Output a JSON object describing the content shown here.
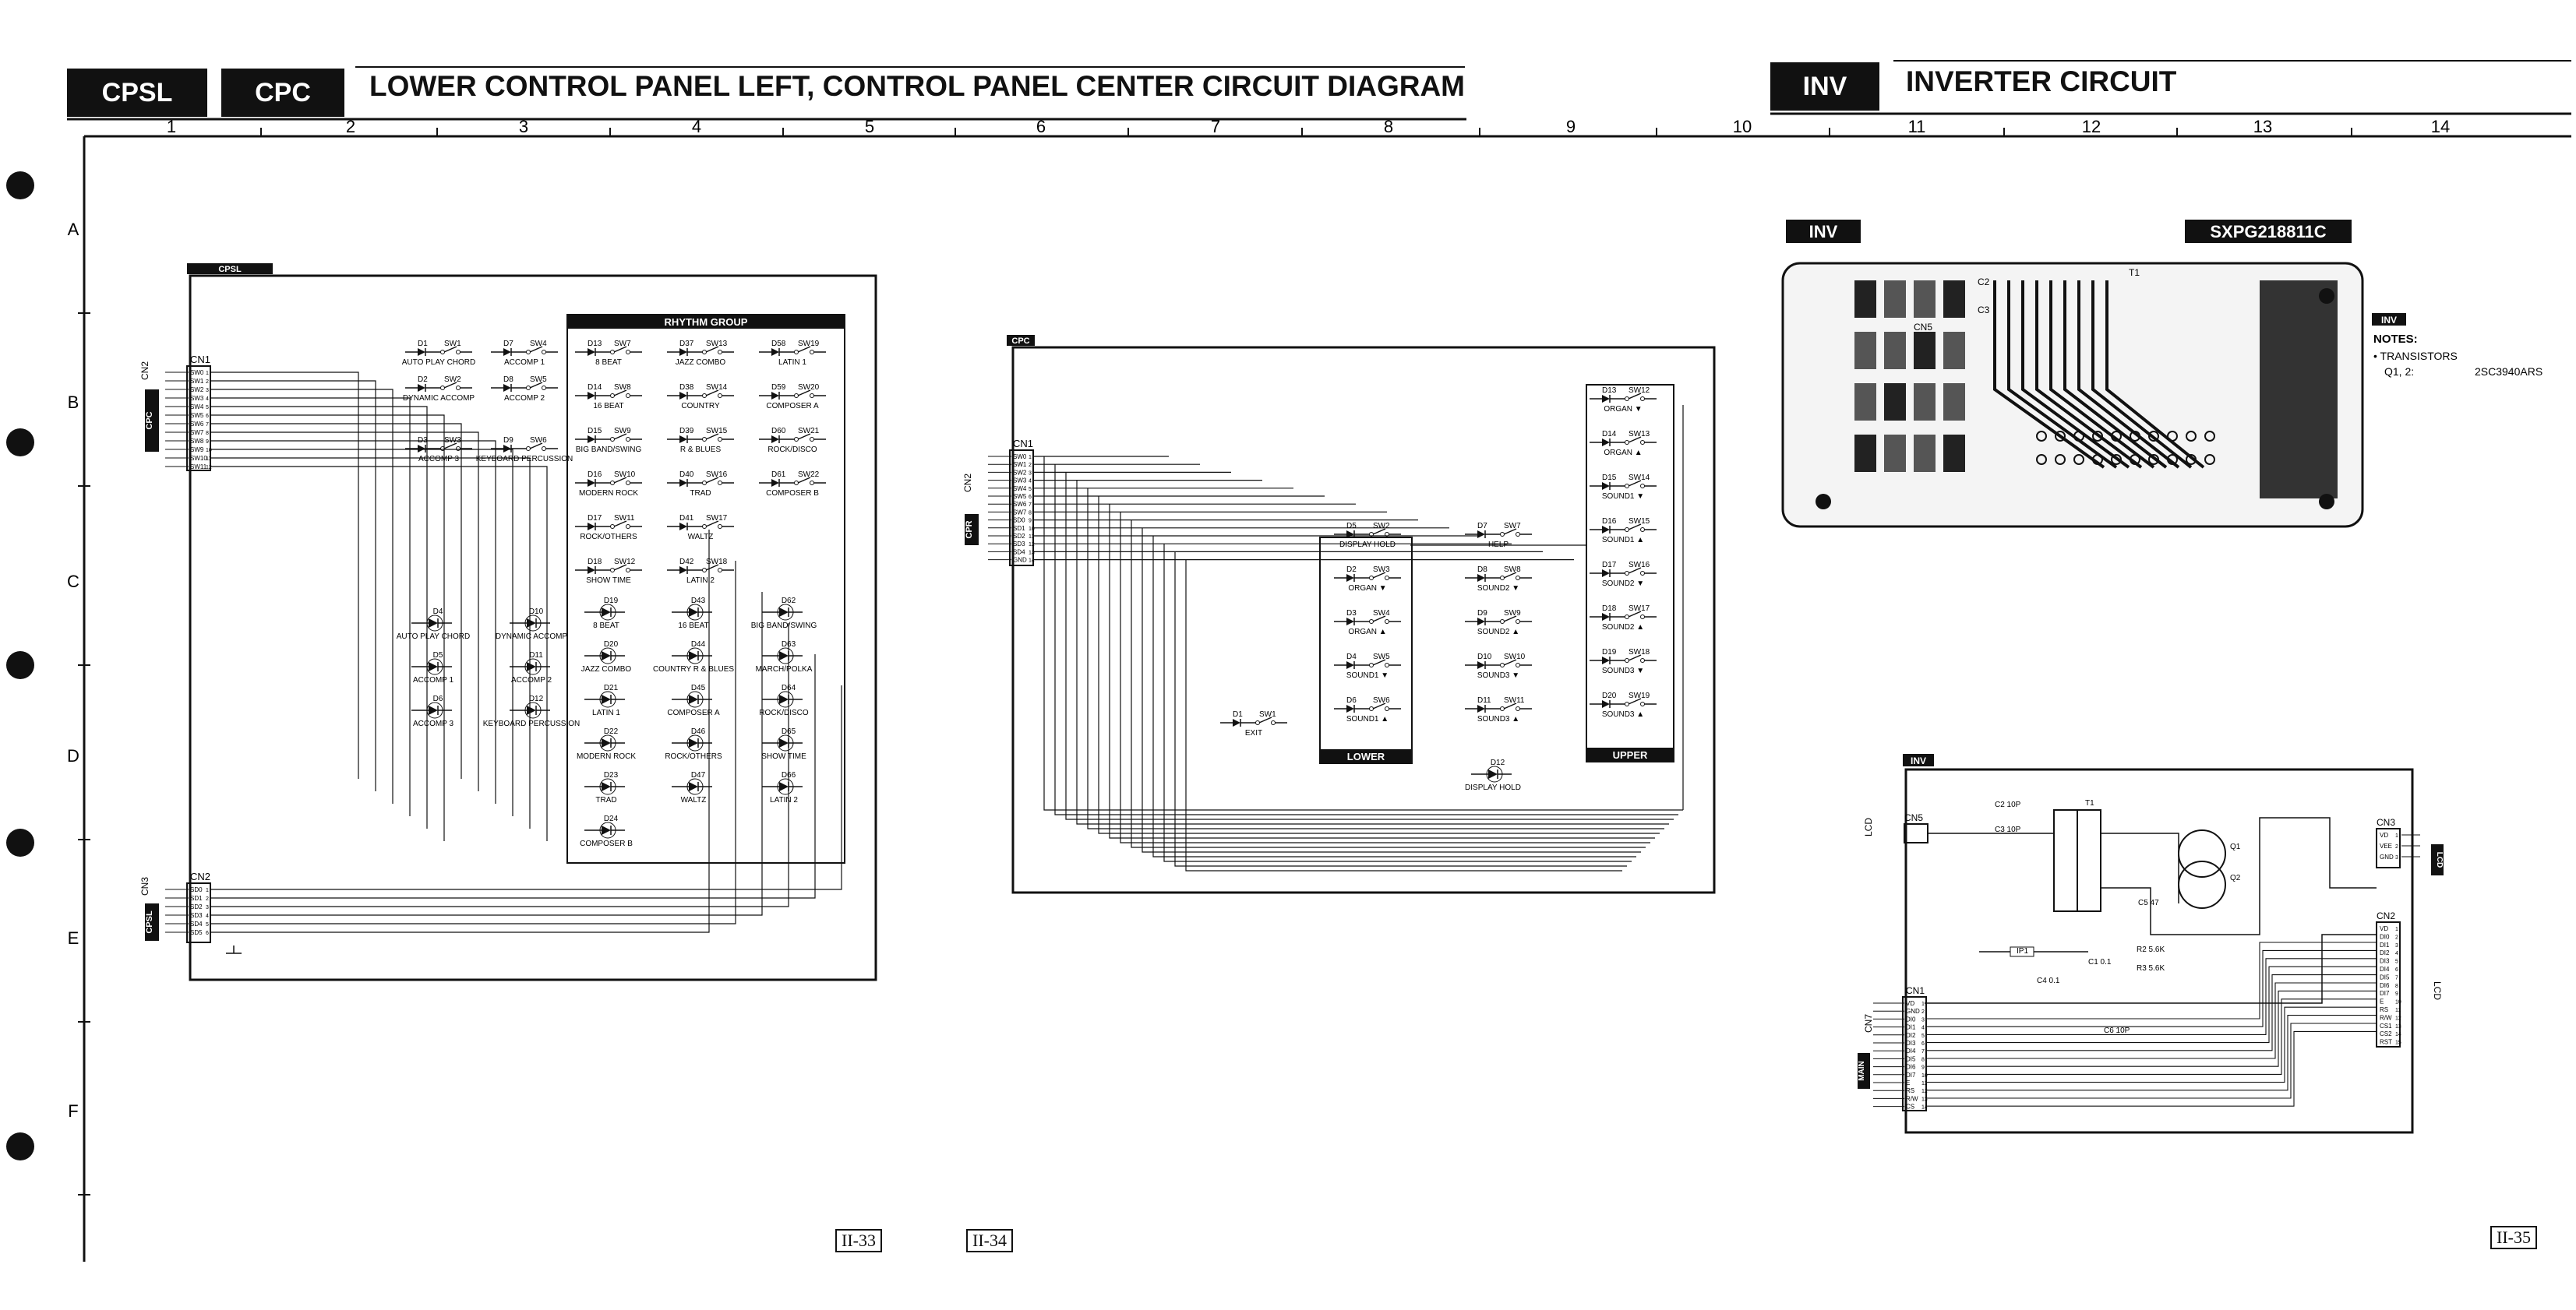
{
  "header": {
    "left_tags": [
      "CPSL",
      "CPC"
    ],
    "left_title": "LOWER CONTROL PANEL LEFT, CONTROL PANEL CENTER CIRCUIT DIAGRAM",
    "right_tag": "INV",
    "right_title": "INVERTER CIRCUIT"
  },
  "grid": {
    "columns": [
      "1",
      "2",
      "3",
      "4",
      "5",
      "6",
      "7",
      "8",
      "9",
      "10",
      "11",
      "12",
      "13",
      "14"
    ],
    "rows": [
      "A",
      "B",
      "C",
      "D",
      "E",
      "F"
    ]
  },
  "cpsl": {
    "tag": "CPSL",
    "group_title": "RHYTHM GROUP",
    "cn1": "CN1",
    "cn1_side": "CN2",
    "cn1_pins": [
      "SW0",
      "SW1",
      "SW2",
      "SW3",
      "SW4",
      "SW5",
      "SW6",
      "SW7",
      "SW8",
      "SW9",
      "SW10",
      "SW11"
    ],
    "cn2": "CN2",
    "cn2_side": "CN3",
    "cn2_pins": [
      "SD0",
      "SD1",
      "SD2",
      "SD3",
      "SD4",
      "SD5"
    ],
    "left_tag": "CPC",
    "bottom_tag": "CPSL",
    "switches_left": [
      {
        "d": "D1",
        "sw": "SW1",
        "label": "AUTO PLAY CHORD"
      },
      {
        "d": "D7",
        "sw": "SW4",
        "label": "ACCOMP 1"
      },
      {
        "d": "D2",
        "sw": "SW2",
        "label": "DYNAMIC ACCOMP"
      },
      {
        "d": "D8",
        "sw": "SW5",
        "label": "ACCOMP 2"
      },
      {
        "d": "D3",
        "sw": "SW3",
        "label": "ACCOMP 3"
      },
      {
        "d": "D9",
        "sw": "SW6",
        "label": "KEYBOARD PERCUSSION"
      }
    ],
    "rhythm_switches": [
      {
        "d": "D13",
        "sw": "SW7",
        "label": "8 BEAT"
      },
      {
        "d": "D37",
        "sw": "SW13",
        "label": "JAZZ COMBO"
      },
      {
        "d": "D58",
        "sw": "SW19",
        "label": "LATIN 1"
      },
      {
        "d": "D14",
        "sw": "SW8",
        "label": "16 BEAT"
      },
      {
        "d": "D38",
        "sw": "SW14",
        "label": "COUNTRY"
      },
      {
        "d": "D59",
        "sw": "SW20",
        "label": "COMPOSER A"
      },
      {
        "d": "D15",
        "sw": "SW9",
        "label": "BIG BAND/SWING"
      },
      {
        "d": "D39",
        "sw": "SW15",
        "label": "R & BLUES"
      },
      {
        "d": "D60",
        "sw": "SW21",
        "label": "ROCK/DISCO"
      },
      {
        "d": "D16",
        "sw": "SW10",
        "label": "MODERN ROCK"
      },
      {
        "d": "D40",
        "sw": "SW16",
        "label": "TRAD"
      },
      {
        "d": "D61",
        "sw": "SW22",
        "label": "COMPOSER B"
      },
      {
        "d": "D17",
        "sw": "SW11",
        "label": "ROCK/OTHERS"
      },
      {
        "d": "D41",
        "sw": "SW17",
        "label": "WALTZ"
      },
      {
        "d": "D18",
        "sw": "SW12",
        "label": "SHOW TIME"
      },
      {
        "d": "D42",
        "sw": "SW18",
        "label": "LATIN 2"
      }
    ],
    "leds_left": [
      {
        "d": "D4",
        "label": "AUTO PLAY CHORD"
      },
      {
        "d": "D10",
        "label": "DYNAMIC ACCOMP"
      },
      {
        "d": "D5",
        "label": "ACCOMP 1"
      },
      {
        "d": "D11",
        "label": "ACCOMP 2"
      },
      {
        "d": "D6",
        "label": "ACCOMP 3"
      },
      {
        "d": "D12",
        "label": "KEYBOARD PERCUSSION"
      }
    ],
    "leds_rhythm": [
      {
        "d": "D19",
        "label": "8 BEAT"
      },
      {
        "d": "D43",
        "label": "16 BEAT"
      },
      {
        "d": "D62",
        "label": "BIG BAND/SWING"
      },
      {
        "d": "D20",
        "label": "JAZZ COMBO"
      },
      {
        "d": "D44",
        "label": "COUNTRY R & BLUES"
      },
      {
        "d": "D63",
        "label": "MARCH/POLKA"
      },
      {
        "d": "D21",
        "label": "LATIN 1"
      },
      {
        "d": "D45",
        "label": "COMPOSER A"
      },
      {
        "d": "D64",
        "label": "ROCK/DISCO"
      },
      {
        "d": "D22",
        "label": "MODERN ROCK"
      },
      {
        "d": "D46",
        "label": "ROCK/OTHERS"
      },
      {
        "d": "D65",
        "label": "SHOW TIME"
      },
      {
        "d": "D23",
        "label": "TRAD"
      },
      {
        "d": "D47",
        "label": "WALTZ"
      },
      {
        "d": "D66",
        "label": "LATIN 2"
      },
      {
        "d": "D24",
        "label": "COMPOSER B"
      }
    ]
  },
  "cpc": {
    "tag": "CPC",
    "cn1": "CN1",
    "cn1_side": "CN2",
    "side_tag": "CPR",
    "cn1_pins": [
      "SW0",
      "SW1",
      "SW2",
      "SW3",
      "SW4",
      "SW5",
      "SW6",
      "SW7",
      "SD0",
      "SD1",
      "SD2",
      "SD3",
      "SD4",
      "GND"
    ],
    "lower_title": "LOWER",
    "upper_title": "UPPER",
    "exit": {
      "d": "D1",
      "sw": "SW1",
      "label": "EXIT"
    },
    "display_hold_top": {
      "d": "D5",
      "sw": "SW2",
      "label": "DISPLAY HOLD"
    },
    "display_hold_bottom": {
      "d": "D12",
      "label": "DISPLAY HOLD"
    },
    "help": {
      "d": "D7",
      "sw": "SW7",
      "label": "HELP"
    },
    "lower_switches": [
      {
        "d": "D2",
        "sw": "SW3",
        "label": "ORGAN ▼"
      },
      {
        "d": "D3",
        "sw": "SW4",
        "label": "ORGAN ▲"
      },
      {
        "d": "D4",
        "sw": "SW5",
        "label": "SOUND1 ▼"
      },
      {
        "d": "D6",
        "sw": "SW6",
        "label": "SOUND1 ▲"
      }
    ],
    "mid_switches": [
      {
        "d": "D8",
        "sw": "SW8",
        "label": "SOUND2 ▼"
      },
      {
        "d": "D9",
        "sw": "SW9",
        "label": "SOUND2 ▲"
      },
      {
        "d": "D10",
        "sw": "SW10",
        "label": "SOUND3 ▼"
      },
      {
        "d": "D11",
        "sw": "SW11",
        "label": "SOUND3 ▲"
      }
    ],
    "upper_switches": [
      {
        "d": "D13",
        "sw": "SW12",
        "label": "ORGAN ▼"
      },
      {
        "d": "D14",
        "sw": "SW13",
        "label": "ORGAN ▲"
      },
      {
        "d": "D15",
        "sw": "SW14",
        "label": "SOUND1 ▼"
      },
      {
        "d": "D16",
        "sw": "SW15",
        "label": "SOUND1 ▲"
      },
      {
        "d": "D17",
        "sw": "SW16",
        "label": "SOUND2 ▼"
      },
      {
        "d": "D18",
        "sw": "SW17",
        "label": "SOUND2 ▲"
      },
      {
        "d": "D19",
        "sw": "SW18",
        "label": "SOUND3 ▼"
      },
      {
        "d": "D20",
        "sw": "SW19",
        "label": "SOUND3 ▲"
      }
    ]
  },
  "inv": {
    "tag": "INV",
    "board_code": "SXPG218811C",
    "board_labels": [
      "CN5",
      "C2",
      "C3",
      "T1"
    ],
    "notes_tag": "INV",
    "notes_title": "NOTES:",
    "notes_line1": "• TRANSISTORS",
    "notes_q": "Q1, 2:",
    "notes_part": "2SC3940ARS",
    "schematic_tag": "INV",
    "cn5": "CN5",
    "cn5_side": "LCD",
    "cn3": "CN3",
    "cn3_side": "LCD",
    "cn2": "CN2",
    "cn2_side": "LCD",
    "cn1": "CN1",
    "cn1_side": "CN7",
    "main_tag": "MAIN",
    "cn3_pins": [
      "VD",
      "VEE",
      "GND"
    ],
    "cn2_pins": [
      "VD",
      "DI0",
      "DI1",
      "DI2",
      "DI3",
      "DI4",
      "DI5",
      "DI6",
      "DI7",
      "E",
      "RS",
      "R/W",
      "CS1",
      "CS2",
      "RST"
    ],
    "cn1_pins": [
      "VD",
      "GND",
      "DI0",
      "DI1",
      "DI2",
      "DI3",
      "DI4",
      "DI5",
      "DI6",
      "DI7",
      "E",
      "RS",
      "R/W",
      "CS"
    ],
    "components": [
      "C2 10P",
      "C3 10P",
      "T1",
      "Q1",
      "Q2",
      "R2 5.6K",
      "R3 5.6K",
      "C1 0.1",
      "IP1",
      "C4 0.1",
      "C5 47",
      "C6 10P"
    ]
  },
  "page_numbers": [
    "II-33",
    "II-34",
    "II-35"
  ]
}
